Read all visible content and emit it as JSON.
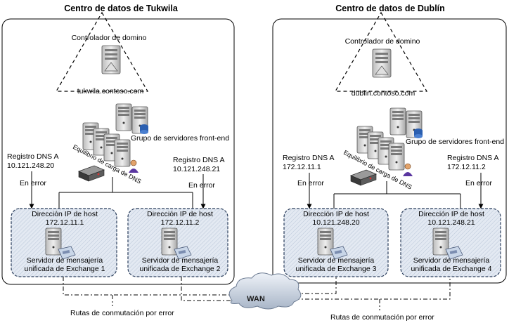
{
  "datacenters": {
    "tukwila": {
      "title": "Centro de datos de Tukwila",
      "dc_label": "Controlador de domino",
      "dc_host": "tukwila.contoso.com",
      "farm_label": "Grupo de servidores front-end",
      "lb_label": "Equilibrio de carga de DNS",
      "dns_a": {
        "label": "Registro DNS A",
        "ip": "10.121.248.20"
      },
      "dns_b": {
        "label": "Registro DNS A",
        "ip": "10.121.248.21"
      },
      "on_error": "En error",
      "host1": {
        "label": "Dirección IP de host",
        "ip": "172.12.11.1",
        "server_l1": "Servidor de mensajería",
        "server_l2": "unificada de Exchange 1"
      },
      "host2": {
        "label": "Dirección IP de host",
        "ip": "172.12.11.2",
        "server_l1": "Servidor de mensajería",
        "server_l2": "unificada de Exchange 2"
      }
    },
    "dublin": {
      "title": "Centro de datos de Dublín",
      "dc_label": "Controlador de domino",
      "dc_host": "dublin.contoso.com",
      "farm_label": "Grupo de servidores front-end",
      "lb_label": "Equilibrio de carga de DNS",
      "dns_a": {
        "label": "Registro DNS A",
        "ip": "172.12.11.1"
      },
      "dns_b": {
        "label": "Registro DNS A",
        "ip": "172.12.11.2"
      },
      "on_error": "En error",
      "host1": {
        "label": "Dirección IP de host",
        "ip": "10.121.248.20",
        "server_l1": "Servidor de mensajería",
        "server_l2": "unificada de Exchange 3"
      },
      "host2": {
        "label": "Dirección IP de host",
        "ip": "10.121.248.21",
        "server_l1": "Servidor de mensajería",
        "server_l2": "unificada de Exchange 4"
      }
    }
  },
  "wan": {
    "label": "WAN"
  },
  "failover_routes": {
    "left": "Rutas de conmutación por error",
    "right": "Rutas de conmutación por error"
  },
  "colors": {
    "host_box_fill": "#dde4ee",
    "host_box_stroke": "#2b3e5c",
    "server_body": "#d4d4d4",
    "cloud": "#c6cfdc"
  }
}
